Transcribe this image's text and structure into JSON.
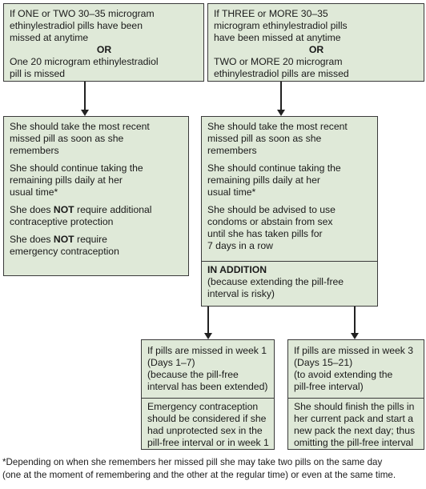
{
  "top_left": {
    "line1": "If ONE or TWO 30–35 microgram",
    "line2": "ethinylestradiol pills have been",
    "line3": "missed at anytime",
    "or": "OR",
    "line4": "One 20 microgram ethinylestradiol",
    "line5": "pill is missed"
  },
  "top_right": {
    "line1": "If THREE or MORE 30–35",
    "line2": "microgram ethinylestradiol pills",
    "line3": "have been missed at anytime",
    "or": "OR",
    "line4": "TWO or MORE 20 microgram",
    "line5": "ethinylestradiol pills are missed"
  },
  "mid_left": {
    "p1_l1": "She should take the most recent",
    "p1_l2": "missed pill as soon as she",
    "p1_l3": "remembers",
    "p2_l1": "She should continue taking the",
    "p2_l2": "remaining pills daily at her",
    "p2_l3": "usual time*",
    "p3_pre": "She does ",
    "p3_bold": "NOT",
    "p3_post": " require additional",
    "p3_l2": "contraceptive protection",
    "p4_pre": "She does ",
    "p4_bold": "NOT",
    "p4_post": " require",
    "p4_l2": "emergency contraception"
  },
  "mid_right": {
    "p1_l1": "She should take the most recent",
    "p1_l2": "missed pill as soon as she",
    "p1_l3": "remembers",
    "p2_l1": "She should continue taking the",
    "p2_l2": "remaining pills daily at her",
    "p2_l3": "usual time*",
    "p3_l1": "She should be advised to use",
    "p3_l2": "condoms or abstain from sex",
    "p3_l3": "until she has taken pills for",
    "p3_l4": "7 days in a row",
    "add_title": "IN ADDITION",
    "add_l1": "(because extending the pill-free",
    "add_l2": "interval is risky)"
  },
  "week1": {
    "l1": "If pills are missed in week 1",
    "l2": "(Days 1–7)",
    "l3": "(because the pill-free",
    "l4": "interval has been extended)",
    "b1": "Emergency contraception",
    "b2": "should be considered if she",
    "b3": "had unprotected sex in the",
    "b4": "pill-free interval or in week 1"
  },
  "week3": {
    "l1": "If pills are missed in week 3",
    "l2": "(Days 15–21)",
    "l3": "(to avoid extending the",
    "l4": "pill-free interval)",
    "b1": "She should finish the pills in",
    "b2": "her current pack and start a",
    "b3": "new pack the next day; thus",
    "b4": "omitting the pill-free interval"
  },
  "footnote": {
    "l1": "*Depending on when she remembers her missed pill she may take two pills on the same day",
    "l2": "(one at the moment of remembering and the other at the regular time) or even at the same time."
  }
}
